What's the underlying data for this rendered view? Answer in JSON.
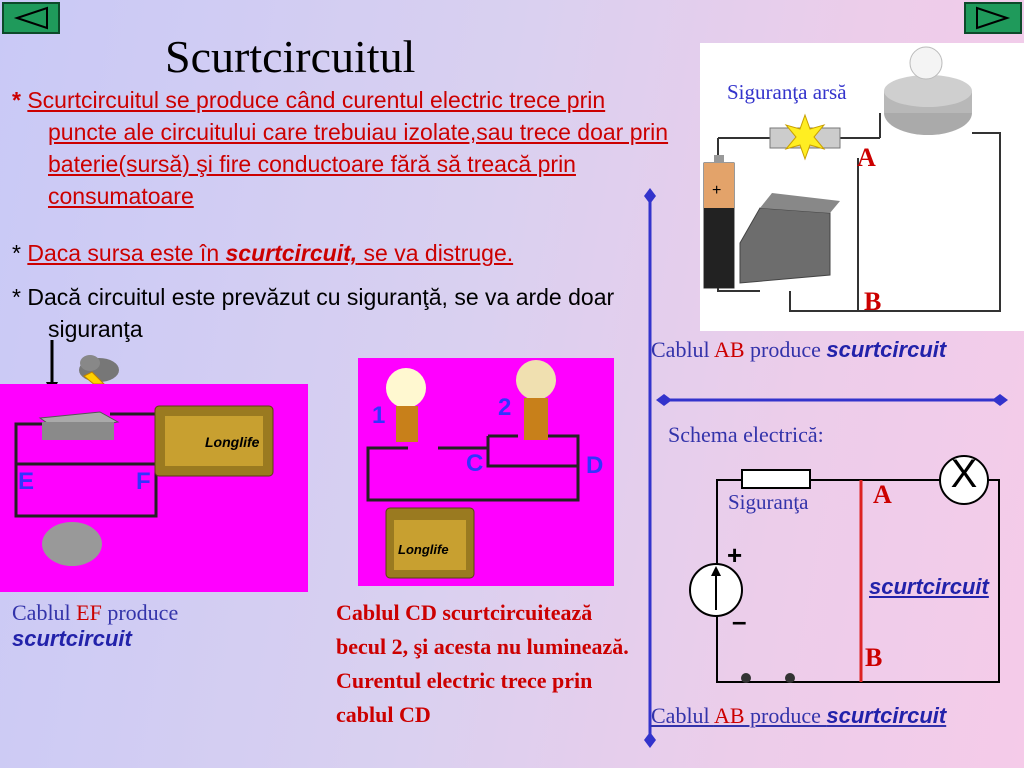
{
  "nav": {
    "prev_label": "◀",
    "next_label": "▶"
  },
  "title": "Scurtcircuitul",
  "paragraph1": {
    "bullet": "*",
    "text": "Scurtcircuitul se produce când curentul electric trece prin puncte ale circuitului care trebuiau izolate,sau trece doar prin baterie(sursă) şi fire conductoare fără să treacă prin consumatoare"
  },
  "paragraph2": {
    "bullet": "*",
    "pre": "Daca sursa este în ",
    "emph": "scurtcircuit,",
    "post": " se va distruge."
  },
  "paragraph3": {
    "bullet": "*",
    "text": "Dacă circuitul este prevăzut cu siguranţă, se va arde doar siguranţa"
  },
  "photo_top_right": {
    "fuse_label": "Siguranţa arsă",
    "label_a": "A",
    "label_b": "B"
  },
  "caption_top_right": {
    "pre": "Cablul ",
    "code": "AB",
    "mid": " produce ",
    "emph": "scurtcircuit"
  },
  "schema_title": "Schema electrică:",
  "schema": {
    "fuse_label": "Siguranţa",
    "label_a": "A",
    "label_b": "B",
    "plus": "+",
    "minus": "–",
    "short_label": "scurtcircuit",
    "lamp_symbol": "X"
  },
  "caption_bottom_right": {
    "pre": "Cablul ",
    "code": "AB",
    "mid": " produce ",
    "emph": "scurtcircuit"
  },
  "photo_left": {
    "label_e": "E",
    "label_f": "F",
    "battery_brand": "Longlife"
  },
  "caption_left": {
    "pre": "Cablul ",
    "code": "EF",
    "mid": " produce",
    "emph": "scurtcircuit"
  },
  "photo_middle": {
    "label_1": "1",
    "label_2": "2",
    "label_c": "C",
    "label_d": "D",
    "battery_brand": "Longlife"
  },
  "caption_middle": "Cablul CD scurtcircuitează becul 2, şi acesta nu luminează. Curentul electric trece prin cablul CD"
}
